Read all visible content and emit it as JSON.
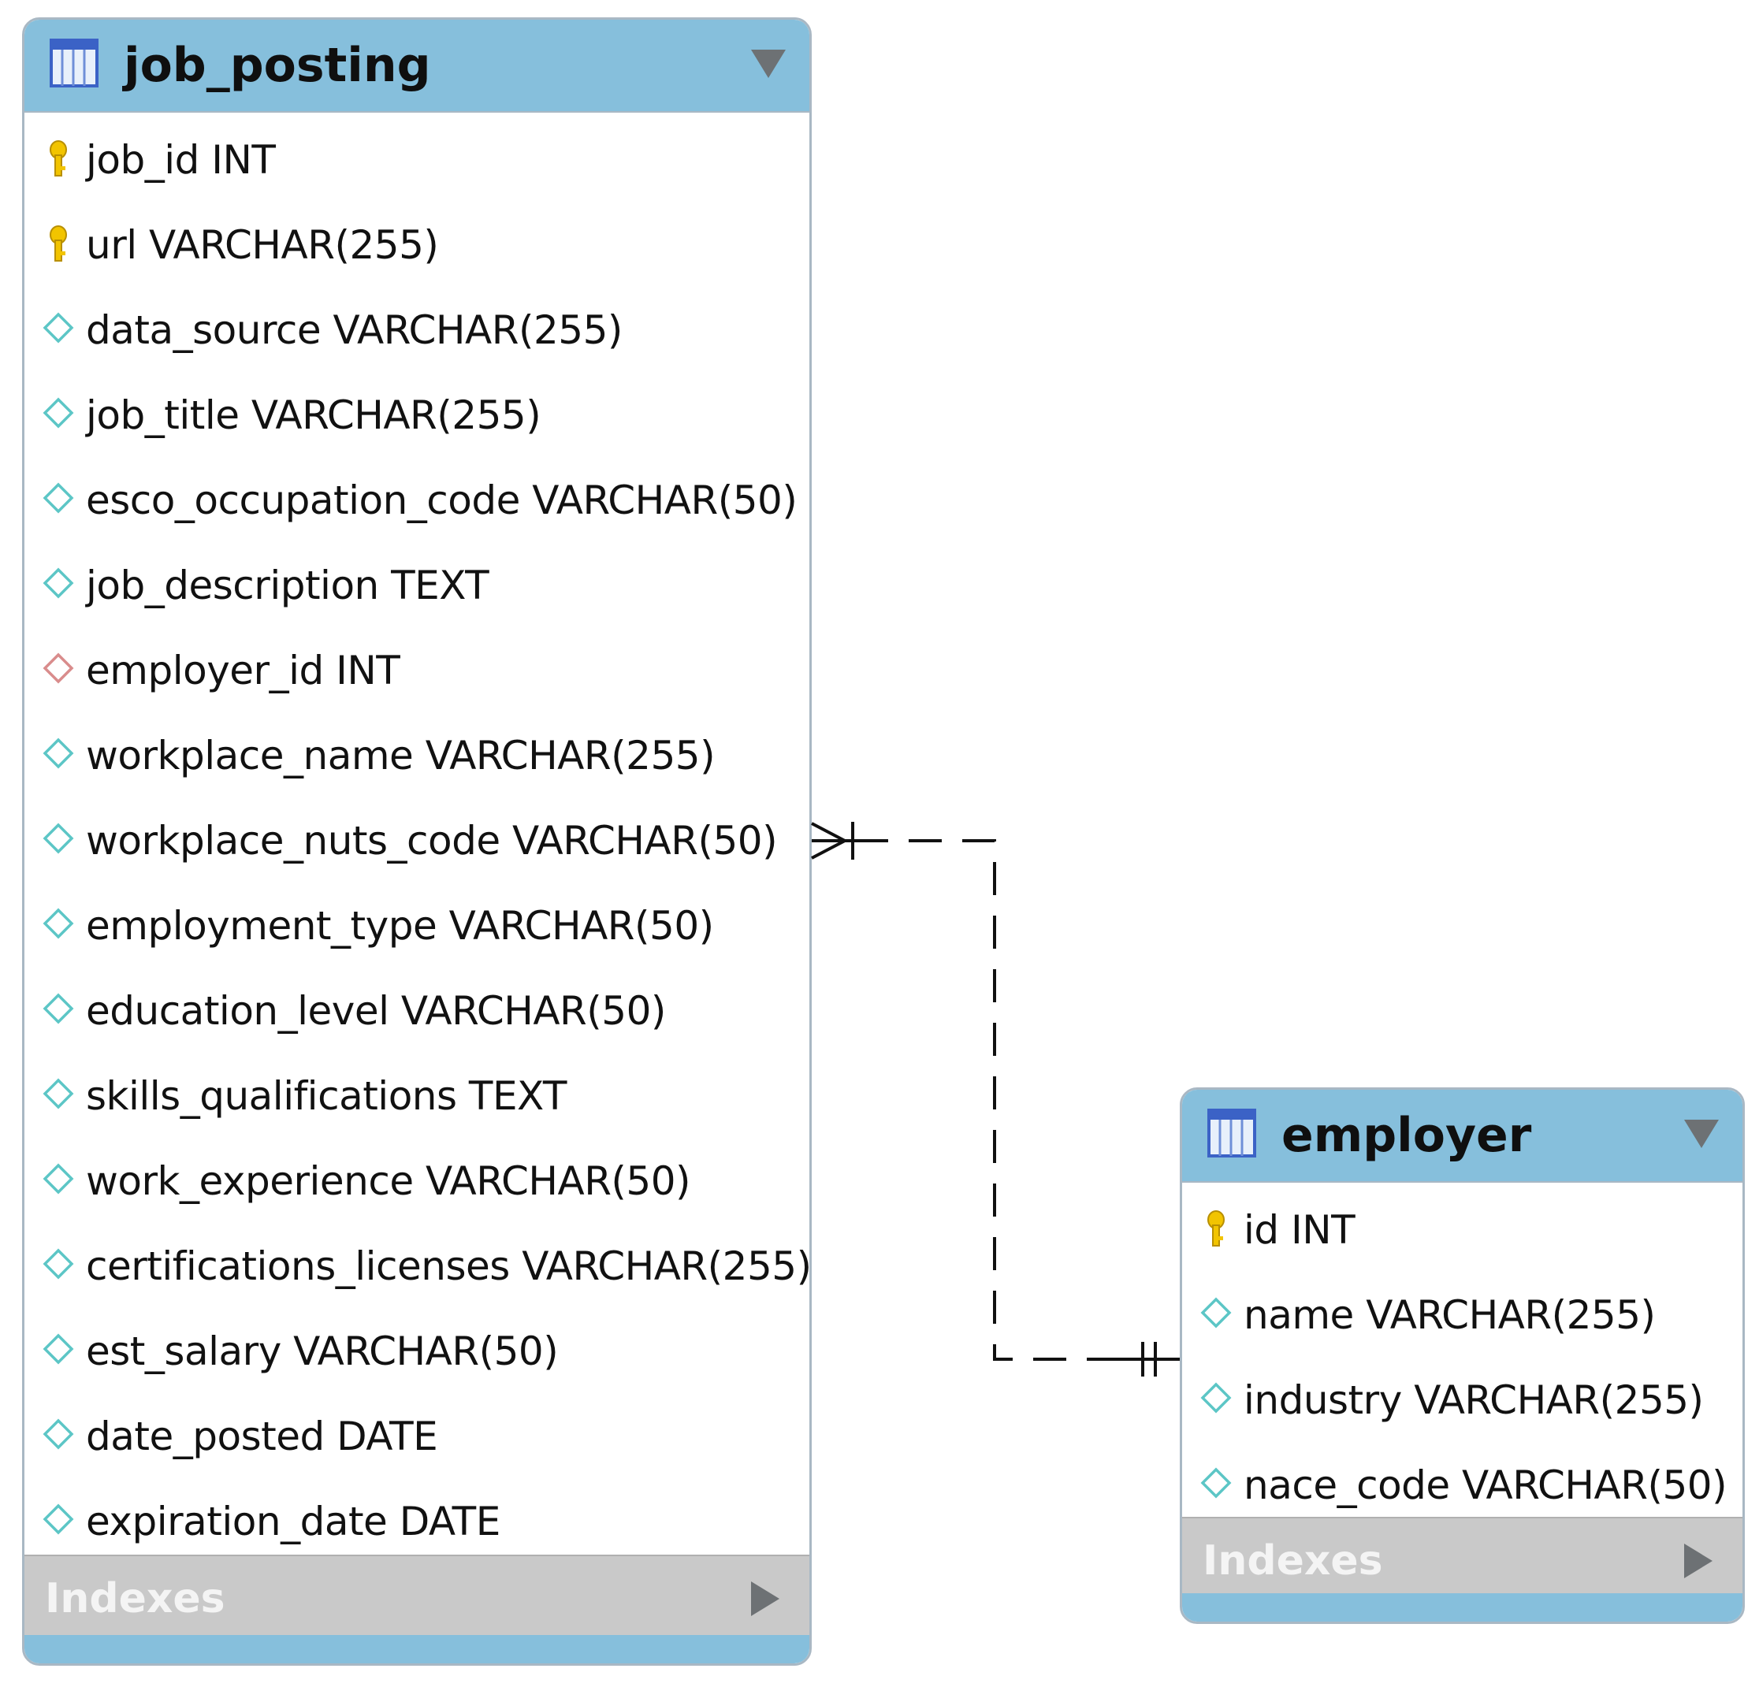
{
  "tables": [
    {
      "name": "job_posting",
      "columns": [
        {
          "text": "job_id INT",
          "icon": "primary-key-icon"
        },
        {
          "text": "url VARCHAR(255)",
          "icon": "primary-key-icon"
        },
        {
          "text": "data_source VARCHAR(255)",
          "icon": "column-diamond-icon"
        },
        {
          "text": "job_title VARCHAR(255)",
          "icon": "column-diamond-icon"
        },
        {
          "text": "esco_occupation_code VARCHAR(50)",
          "icon": "column-diamond-icon"
        },
        {
          "text": "job_description TEXT",
          "icon": "column-diamond-icon"
        },
        {
          "text": "employer_id INT",
          "icon": "foreign-key-diamond-icon"
        },
        {
          "text": "workplace_name VARCHAR(255)",
          "icon": "column-diamond-icon"
        },
        {
          "text": "workplace_nuts_code VARCHAR(50)",
          "icon": "column-diamond-icon"
        },
        {
          "text": "employment_type VARCHAR(50)",
          "icon": "column-diamond-icon"
        },
        {
          "text": "education_level VARCHAR(50)",
          "icon": "column-diamond-icon"
        },
        {
          "text": "skills_qualifications TEXT",
          "icon": "column-diamond-icon"
        },
        {
          "text": "work_experience VARCHAR(50)",
          "icon": "column-diamond-icon"
        },
        {
          "text": "certifications_licenses VARCHAR(255)",
          "icon": "column-diamond-icon"
        },
        {
          "text": "est_salary VARCHAR(50)",
          "icon": "column-diamond-icon"
        },
        {
          "text": "date_posted DATE",
          "icon": "column-diamond-icon"
        },
        {
          "text": "expiration_date DATE",
          "icon": "column-diamond-icon"
        }
      ],
      "indexes_label": "Indexes"
    },
    {
      "name": "employer",
      "columns": [
        {
          "text": "id INT",
          "icon": "primary-key-icon"
        },
        {
          "text": "name VARCHAR(255)",
          "icon": "column-diamond-icon"
        },
        {
          "text": "industry VARCHAR(255)",
          "icon": "column-diamond-icon"
        },
        {
          "text": "nace_code VARCHAR(50)",
          "icon": "column-diamond-icon"
        }
      ],
      "indexes_label": "Indexes"
    }
  ],
  "colors": {
    "header": "#86bfdc",
    "primary_key": "#f2c400",
    "column_diamond": "#5cc6c6",
    "foreign_key_diamond": "#d98c8c",
    "indexes_bar": "#c9c9c9"
  },
  "relationship": {
    "from_table": "job_posting",
    "to_table": "employer",
    "from_cardinality": "one-or-many",
    "to_cardinality": "exactly-one",
    "line_style": "dashed"
  }
}
